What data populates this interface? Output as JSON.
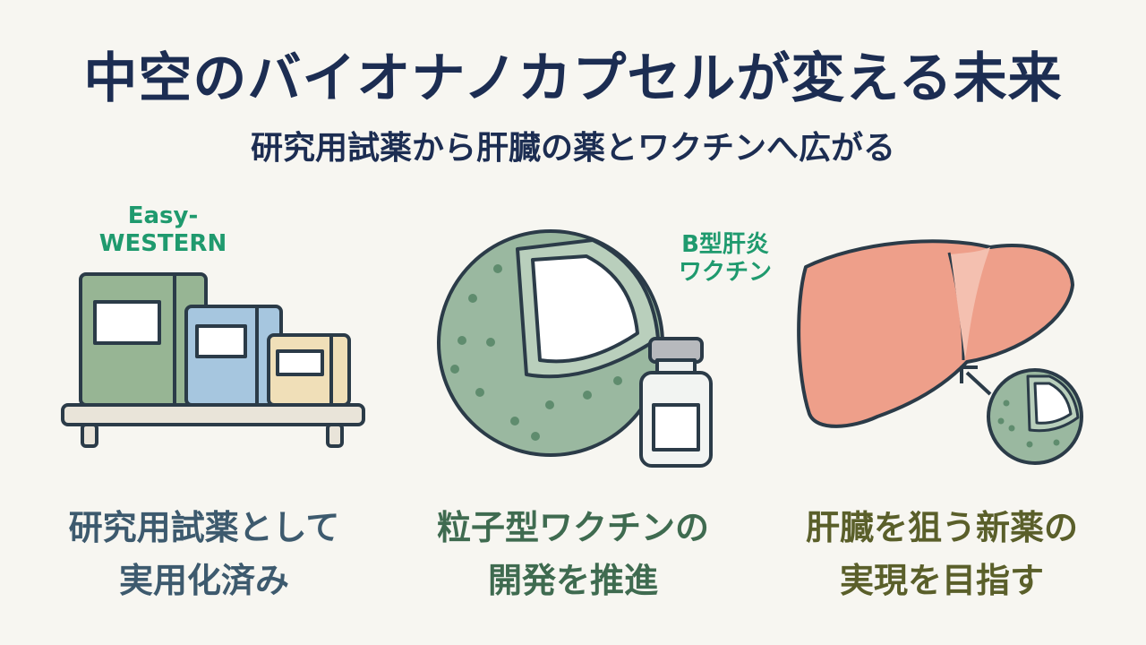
{
  "title": "中空のバイオナノカプセルが変える未来",
  "subtitle": "研究用試薬から肝臓の薬とワクチンへ広がる",
  "panels": [
    {
      "label_lines": [
        "Easy-",
        "WESTERN"
      ],
      "caption_lines": [
        "研究用試薬として",
        "実用化済み"
      ],
      "caption_color": "#3d5a6e"
    },
    {
      "label_lines": [
        "B型肝炎",
        "ワクチン"
      ],
      "caption_lines": [
        "粒子型ワクチンの",
        "開発を推進"
      ],
      "caption_color": "#3f6b50"
    },
    {
      "caption_lines": [
        "肝臓を狙う新薬の",
        "実現を目指す"
      ],
      "caption_color": "#5a5f2a"
    }
  ],
  "colors": {
    "title": "#1c2d52",
    "label_green": "#1f9a6e",
    "capsule": "#9ab8a0",
    "liver": "#ee9f8a",
    "box_green": "#97b594",
    "box_blue": "#a6c6df",
    "box_beige": "#f0dfb8"
  }
}
